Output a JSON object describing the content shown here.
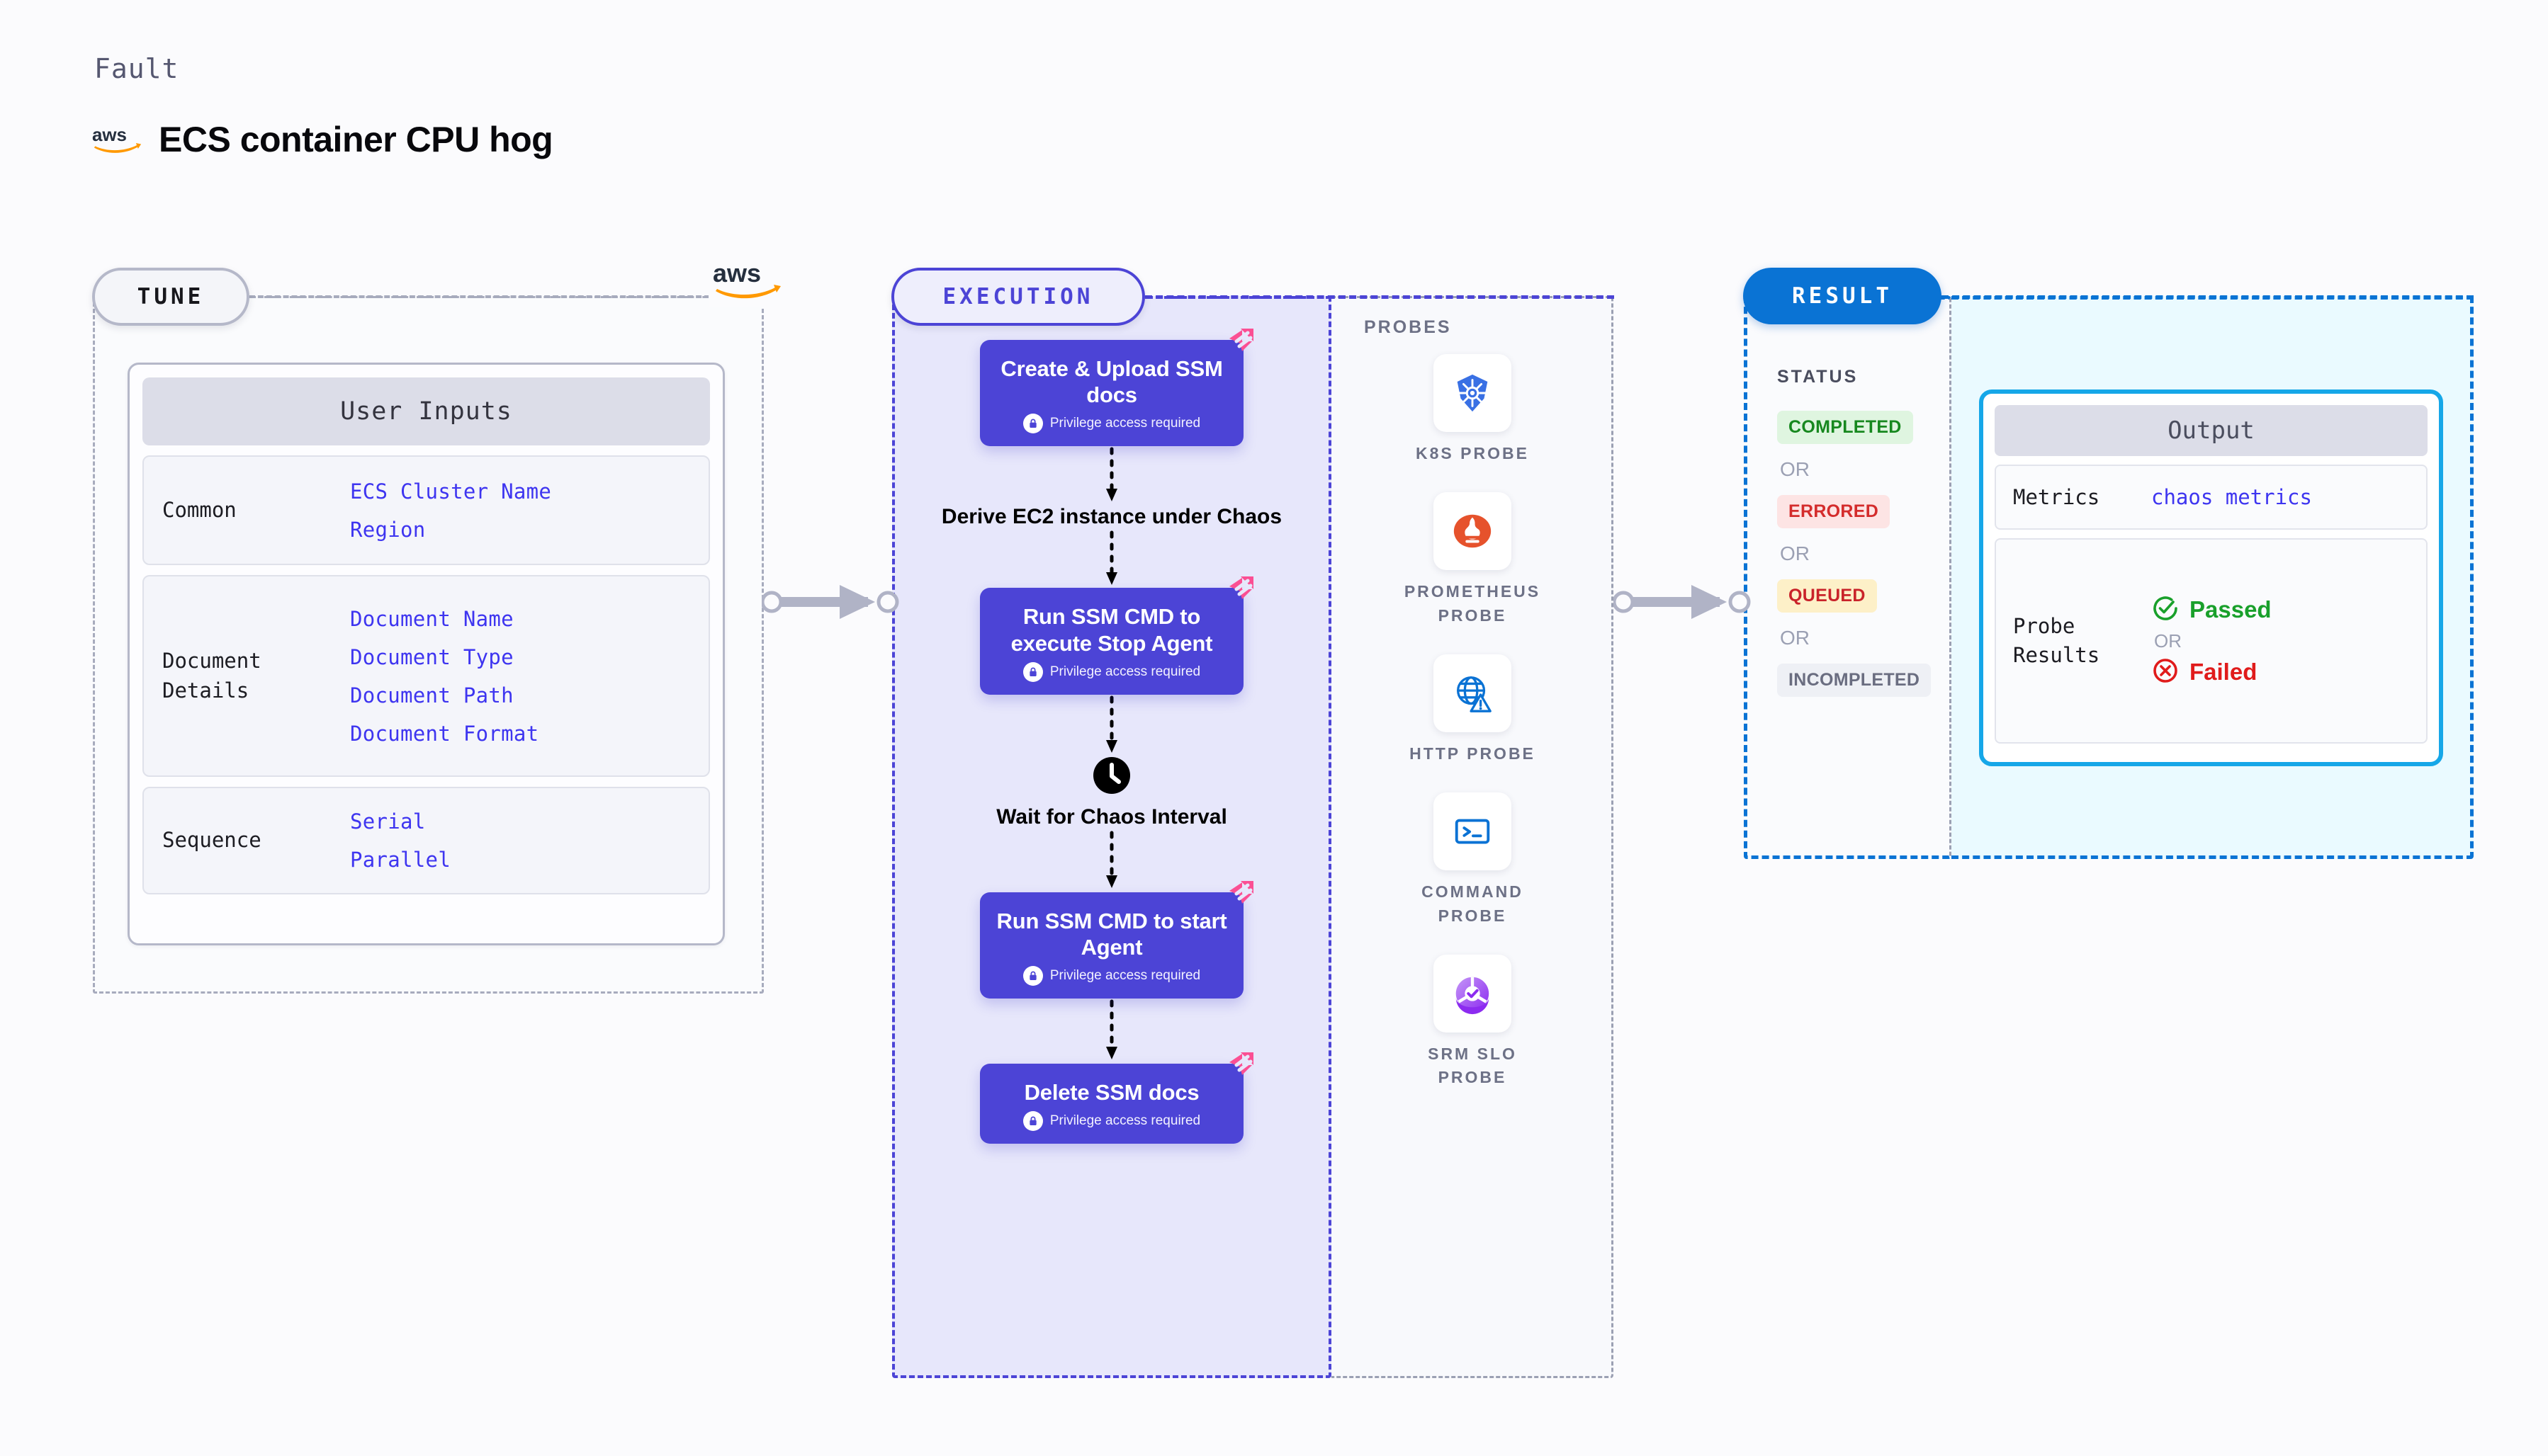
{
  "header": {
    "eyebrow": "Fault",
    "title": "ECS container CPU hog",
    "brand_icon": "aws-logo"
  },
  "tune": {
    "pill_label": "TUNE",
    "brand_icon": "aws-logo",
    "card_title": "User Inputs",
    "rows": [
      {
        "label": "Common",
        "values": [
          "ECS Cluster Name",
          "Region"
        ]
      },
      {
        "label": "Document\nDetails",
        "values": [
          "Document Name",
          "Document Type",
          "Document Path",
          "Document Format"
        ]
      },
      {
        "label": "Sequence",
        "values": [
          "Serial",
          "Parallel"
        ]
      }
    ]
  },
  "execution": {
    "pill_label": "EXECUTION",
    "privilege_note": "Privilege access required",
    "nodes": [
      {
        "type": "task",
        "title": "Create & Upload SSM docs",
        "privileged": true,
        "badge": "harness-logo"
      },
      {
        "type": "plain",
        "title": "Derive EC2 instance under Chaos"
      },
      {
        "type": "task",
        "title": "Run SSM CMD to execute Stop Agent",
        "privileged": true,
        "badge": "harness-logo"
      },
      {
        "type": "wait",
        "title": "Wait for Chaos Interval",
        "icon": "clock-icon"
      },
      {
        "type": "task",
        "title": "Run SSM CMD to start Agent",
        "privileged": true,
        "badge": "harness-logo"
      },
      {
        "type": "task",
        "title": "Delete SSM docs",
        "privileged": true,
        "badge": "harness-logo"
      }
    ]
  },
  "probes": {
    "label": "PROBES",
    "items": [
      {
        "name": "K8S PROBE",
        "icon": "kubernetes-icon"
      },
      {
        "name": "PROMETHEUS PROBE",
        "icon": "prometheus-icon"
      },
      {
        "name": "HTTP PROBE",
        "icon": "http-globe-icon"
      },
      {
        "name": "COMMAND PROBE",
        "icon": "terminal-icon"
      },
      {
        "name": "SRM SLO PROBE",
        "icon": "srm-slo-icon"
      }
    ]
  },
  "result": {
    "pill_label": "RESULT",
    "status_label": "STATUS",
    "or_label": "OR",
    "statuses": [
      {
        "label": "COMPLETED",
        "variant": "completed"
      },
      {
        "label": "ERRORED",
        "variant": "errored"
      },
      {
        "label": "QUEUED",
        "variant": "queued"
      },
      {
        "label": "INCOMPLETED",
        "variant": "incompleted"
      }
    ]
  },
  "output": {
    "title": "Output",
    "metrics_label": "Metrics",
    "metrics_value": "chaos metrics",
    "probe_results_label": "Probe\nResults",
    "passed_label": "Passed",
    "failed_label": "Failed",
    "or_label": "OR"
  },
  "colors": {
    "accent_indigo": "#4c44d6",
    "accent_blue": "#0a73d4",
    "accent_cyan": "#16a7e8",
    "harness_pink": "#fb4f93",
    "value_blue": "#3e35f0",
    "aws_orange": "#ff9900",
    "success_green": "#19a02b",
    "error_red": "#e01b1b"
  }
}
